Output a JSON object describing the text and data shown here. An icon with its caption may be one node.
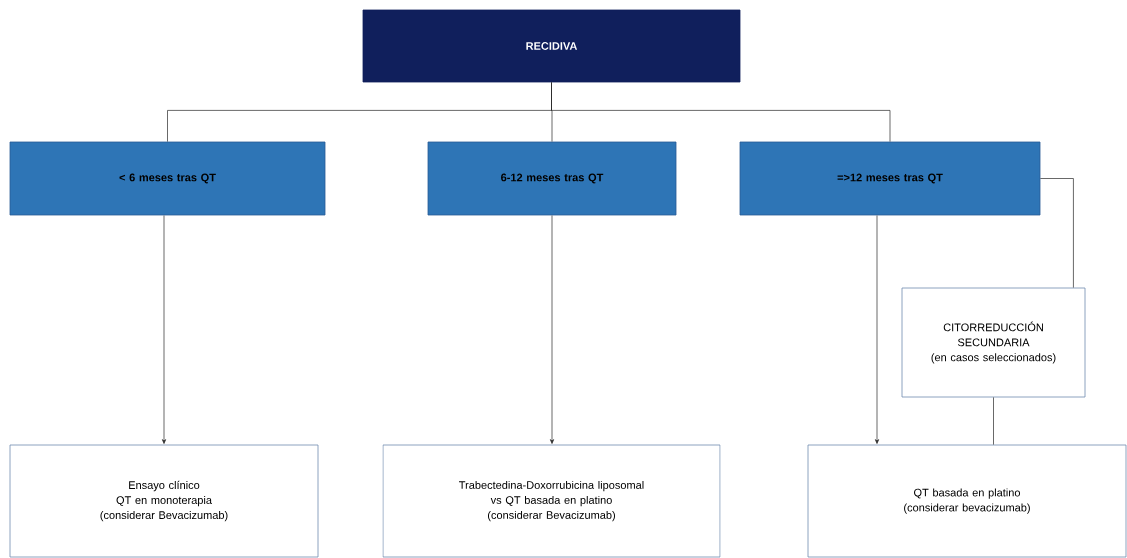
{
  "diagram": {
    "nodes": [
      {
        "text": [
          "RECIDIVA"
        ]
      },
      {
        "text": [
          "< 6 meses tras QT"
        ]
      },
      {
        "text": [
          "6-12 meses tras QT"
        ]
      },
      {
        "text": [
          "=>12 meses tras QT"
        ]
      },
      {
        "text": [
          "CITORREDUCCIÓN SECUNDARIA",
          "(en casos seleccionados)"
        ]
      },
      {
        "text": [
          "Ensayo clínico",
          "QT en monoterapia",
          "(considerar Bevacizumab)"
        ]
      },
      {
        "text": [
          "Trabectedina-Doxorrubicina liposomal",
          "vs QT basada en platino",
          "(considerar Bevacizumab)"
        ]
      },
      {
        "text": [
          "QT basada en platino",
          "(considerar bevacizumab)"
        ]
      }
    ],
    "edges": [
      {
        "from": 0,
        "to": 1,
        "arrow": "none"
      },
      {
        "from": 0,
        "to": 2,
        "arrow": "none"
      },
      {
        "from": 0,
        "to": 3,
        "arrow": "none"
      },
      {
        "from": 1,
        "to": 5,
        "arrow": "to"
      },
      {
        "from": 2,
        "to": 6,
        "arrow": "to"
      },
      {
        "from": 3,
        "to": 7,
        "arrow": "to"
      },
      {
        "from": 3,
        "to": 4,
        "arrow": "none"
      },
      {
        "from": 4,
        "to": 7,
        "arrow": "none"
      }
    ]
  }
}
